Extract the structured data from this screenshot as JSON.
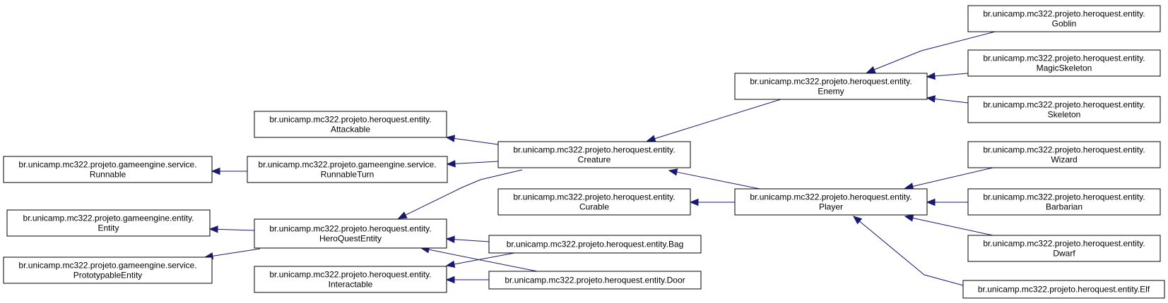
{
  "colors": {
    "edge": "#191970",
    "box_border": "#000000",
    "background": "#ffffff"
  },
  "nodes": [
    {
      "id": "goblin",
      "lines": [
        "br.unicamp.mc322.projeto.heroquest.entity.",
        "Goblin"
      ]
    },
    {
      "id": "magicskeleton",
      "lines": [
        "br.unicamp.mc322.projeto.heroquest.entity.",
        "MagicSkeleton"
      ]
    },
    {
      "id": "skeleton",
      "lines": [
        "br.unicamp.mc322.projeto.heroquest.entity.",
        "Skeleton"
      ]
    },
    {
      "id": "enemy",
      "lines": [
        "br.unicamp.mc322.projeto.heroquest.entity.",
        "Enemy"
      ]
    },
    {
      "id": "attackable",
      "lines": [
        "br.unicamp.mc322.projeto.heroquest.entity.",
        "Attackable"
      ]
    },
    {
      "id": "creature",
      "lines": [
        "br.unicamp.mc322.projeto.heroquest.entity.",
        "Creature"
      ]
    },
    {
      "id": "runnable",
      "lines": [
        "br.unicamp.mc322.projeto.gameengine.service.",
        "Runnable"
      ]
    },
    {
      "id": "runnableturn",
      "lines": [
        "br.unicamp.mc322.projeto.gameengine.service.",
        "RunnableTurn"
      ]
    },
    {
      "id": "wizard",
      "lines": [
        "br.unicamp.mc322.projeto.heroquest.entity.",
        "Wizard"
      ]
    },
    {
      "id": "curable",
      "lines": [
        "br.unicamp.mc322.projeto.heroquest.entity.",
        "Curable"
      ]
    },
    {
      "id": "player",
      "lines": [
        "br.unicamp.mc322.projeto.heroquest.entity.",
        "Player"
      ]
    },
    {
      "id": "barbarian",
      "lines": [
        "br.unicamp.mc322.projeto.heroquest.entity.",
        "Barbarian"
      ]
    },
    {
      "id": "entity",
      "lines": [
        "br.unicamp.mc322.projeto.gameengine.entity.",
        "Entity"
      ]
    },
    {
      "id": "heroquestentity",
      "lines": [
        "br.unicamp.mc322.projeto.heroquest.entity.",
        "HeroQuestEntity"
      ]
    },
    {
      "id": "bag",
      "lines": [
        "br.unicamp.mc322.projeto.heroquest.entity.Bag"
      ]
    },
    {
      "id": "dwarf",
      "lines": [
        "br.unicamp.mc322.projeto.heroquest.entity.",
        "Dwarf"
      ]
    },
    {
      "id": "prototypableentity",
      "lines": [
        "br.unicamp.mc322.projeto.gameengine.service.",
        "PrototypableEntity"
      ]
    },
    {
      "id": "interactable",
      "lines": [
        "br.unicamp.mc322.projeto.heroquest.entity.",
        "Interactable"
      ]
    },
    {
      "id": "door",
      "lines": [
        "br.unicamp.mc322.projeto.heroquest.entity.Door"
      ]
    },
    {
      "id": "elf",
      "lines": [
        "br.unicamp.mc322.projeto.heroquest.entity.Elf"
      ]
    }
  ],
  "edges": [
    {
      "from": "goblin",
      "to": "enemy"
    },
    {
      "from": "magicskeleton",
      "to": "enemy"
    },
    {
      "from": "skeleton",
      "to": "enemy"
    },
    {
      "from": "enemy",
      "to": "creature"
    },
    {
      "from": "player",
      "to": "creature"
    },
    {
      "from": "creature",
      "to": "attackable"
    },
    {
      "from": "creature",
      "to": "runnableturn"
    },
    {
      "from": "runnableturn",
      "to": "runnable"
    },
    {
      "from": "creature",
      "to": "heroquestentity"
    },
    {
      "from": "player",
      "to": "curable"
    },
    {
      "from": "wizard",
      "to": "player"
    },
    {
      "from": "barbarian",
      "to": "player"
    },
    {
      "from": "dwarf",
      "to": "player"
    },
    {
      "from": "elf",
      "to": "player"
    },
    {
      "from": "heroquestentity",
      "to": "entity"
    },
    {
      "from": "heroquestentity",
      "to": "prototypableentity"
    },
    {
      "from": "bag",
      "to": "heroquestentity"
    },
    {
      "from": "door",
      "to": "heroquestentity"
    },
    {
      "from": "bag",
      "to": "interactable"
    },
    {
      "from": "door",
      "to": "interactable"
    }
  ]
}
